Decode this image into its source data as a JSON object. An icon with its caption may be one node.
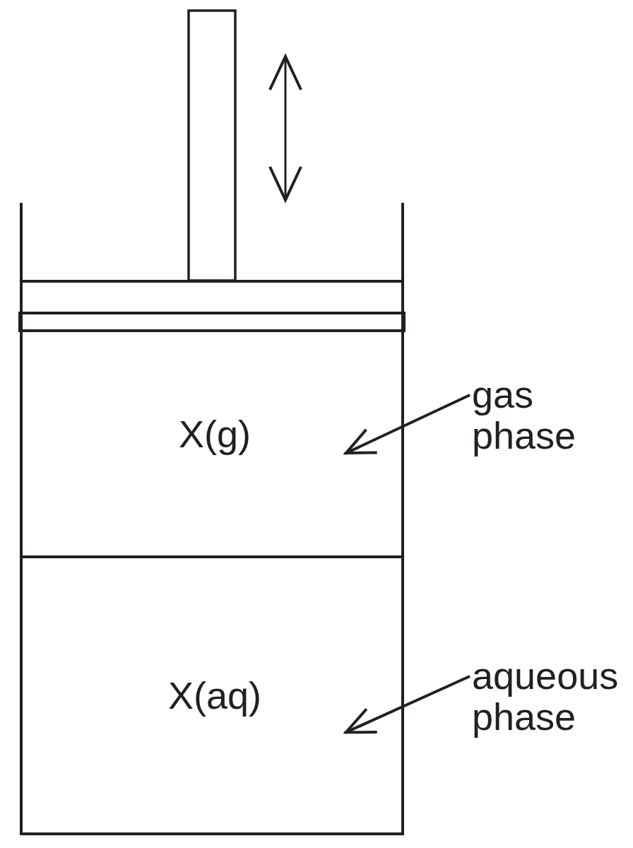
{
  "diagram": {
    "nodes": [
      {
        "text": [
          "X(g)"
        ]
      },
      {
        "text": [
          "X(aq)"
        ]
      },
      {
        "text": [
          "gas phase"
        ]
      },
      {
        "text": [
          "aqueous phase"
        ]
      }
    ],
    "edges": [
      {
        "from": 2,
        "to": 0,
        "arrow": "to"
      },
      {
        "from": 3,
        "to": 1,
        "arrow": "to"
      }
    ]
  }
}
